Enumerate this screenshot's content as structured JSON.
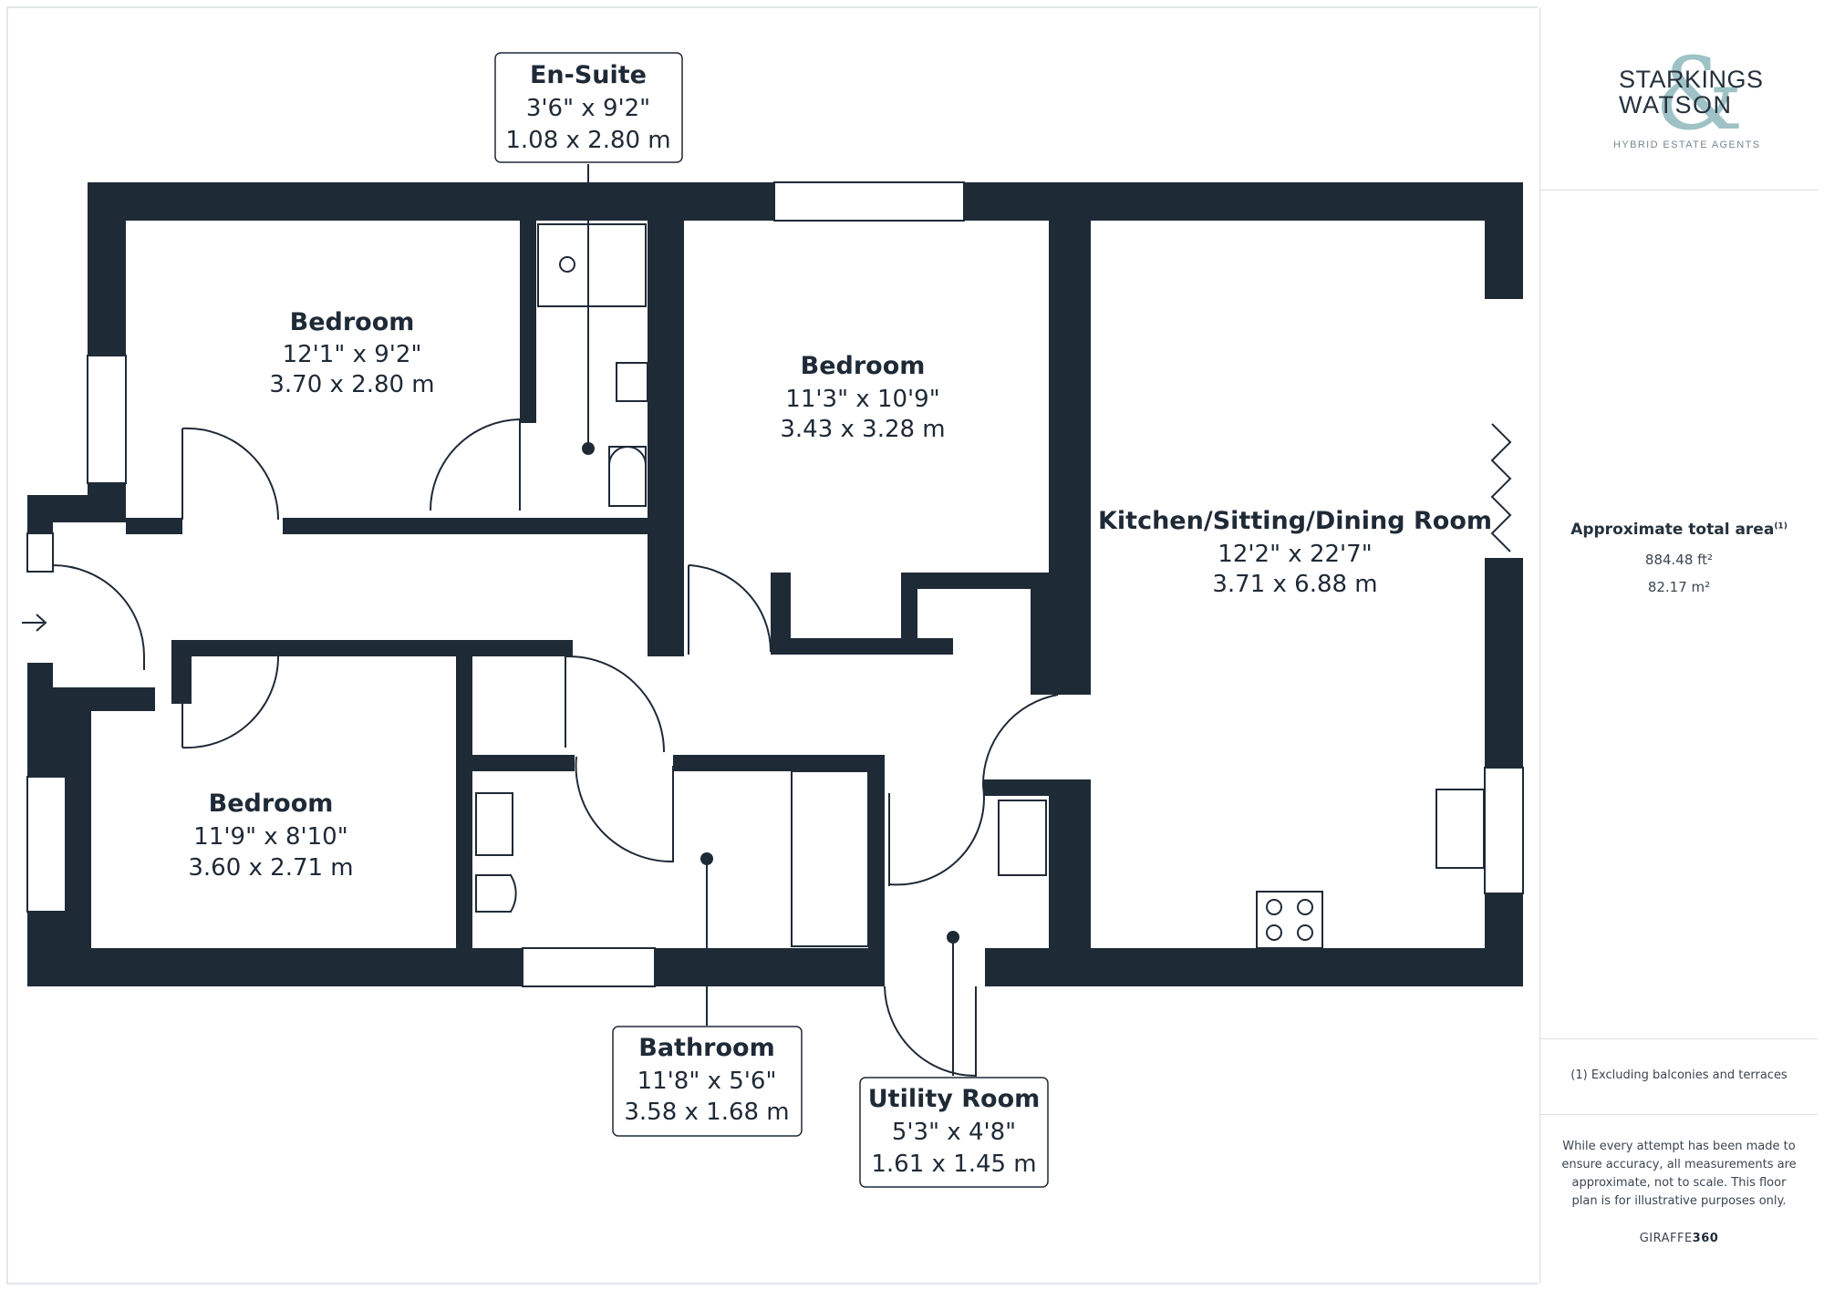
{
  "brand": {
    "logo_text_line1": "STARKINGS",
    "logo_text_line2": "WATSON",
    "logo_ampersand": "&",
    "logo_tagline": "HYBRID ESTATE AGENTS",
    "footer_prefix": "GIRAFFE",
    "footer_suffix": "360"
  },
  "area": {
    "title": "Approximate total area",
    "title_note": "(1)",
    "sq_ft": "884.48 ft²",
    "sq_m": "82.17 m²"
  },
  "notes": {
    "footnote": "(1) Excluding balconies and terraces",
    "disclaimer": "While every attempt has been made to ensure accuracy, all measurements are approximate, not to scale. This floor plan is for illustrative purposes only."
  },
  "rooms": {
    "bedroom1": {
      "name": "Bedroom",
      "imperial": "12'1\" x 9'2\"",
      "metric": "3.70 x 2.80 m"
    },
    "ensuite": {
      "name": "En-Suite",
      "imperial": "3'6\" x 9'2\"",
      "metric": "1.08 x 2.80 m"
    },
    "bedroom2": {
      "name": "Bedroom",
      "imperial": "11'3\" x 10'9\"",
      "metric": "3.43 x 3.28 m"
    },
    "kitchen": {
      "name": "Kitchen/Sitting/Dining Room",
      "imperial": "12'2\" x 22'7\"",
      "metric": "3.71 x 6.88 m"
    },
    "bedroom3": {
      "name": "Bedroom",
      "imperial": "11'9\" x 8'10\"",
      "metric": "3.60 x 2.71 m"
    },
    "bathroom": {
      "name": "Bathroom",
      "imperial": "11'8\" x 5'6\"",
      "metric": "3.58 x 1.68 m"
    },
    "utility": {
      "name": "Utility Room",
      "imperial": "5'3\" x 4'8\"",
      "metric": "1.61 x 1.45 m"
    }
  },
  "colors": {
    "wall": "#1f2a37",
    "text": "#1f2a37",
    "accent": "#8fb8bd",
    "rule": "#d9dde2"
  },
  "icons": [
    "entrance-arrow-icon",
    "hob-icon",
    "sink-icon",
    "toilet-icon",
    "bath-icon",
    "shower-icon"
  ]
}
